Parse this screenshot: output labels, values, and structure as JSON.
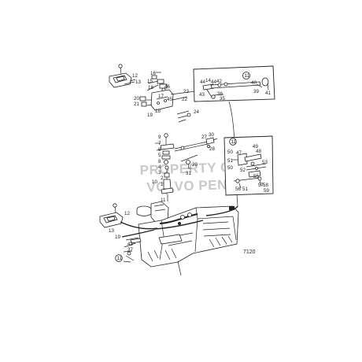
{
  "figure": {
    "number": "7120"
  },
  "watermark": {
    "line1": "PROPERTY OF",
    "line2": "VOLVO PENTA"
  },
  "inset_markers": {
    "top": "11",
    "right": "11",
    "bottom": "11"
  },
  "callouts": {
    "c16": "16",
    "c15": "15",
    "c12a": "12",
    "c13a": "13",
    "c18a": "18",
    "c46": "46",
    "c17": "17",
    "c45": "45",
    "c20": "20",
    "c21": "21",
    "c18b": "18",
    "c19a": "19",
    "c23": "23",
    "c22": "22",
    "c24": "24",
    "c44": "44",
    "c14": "14",
    "c44b": "44",
    "c42": "42",
    "c40": "40",
    "c39": "39",
    "c41": "41",
    "c43": "43",
    "c36": "36",
    "c35": "35",
    "c9": "9",
    "c7": "7",
    "c6": "6",
    "c5": "5",
    "c8": "8",
    "c4": "4",
    "c3": "3",
    "c2": "2",
    "c1": "1",
    "c10": "10",
    "c11": "11",
    "c27": "27",
    "c30": "30",
    "c28": "28",
    "c29": "29",
    "c31": "31",
    "c49": "49",
    "c48": "48",
    "c50": "50",
    "c47": "47",
    "c51": "51",
    "c52": "52",
    "c53": "53",
    "c50b": "50",
    "c55": "55",
    "c56": "56",
    "c57": "57",
    "c58": "58",
    "c51b": "51",
    "c59": "59",
    "c12b": "12",
    "c13b": "13",
    "c19b": "19",
    "c42b": "42",
    "c37": "37"
  }
}
